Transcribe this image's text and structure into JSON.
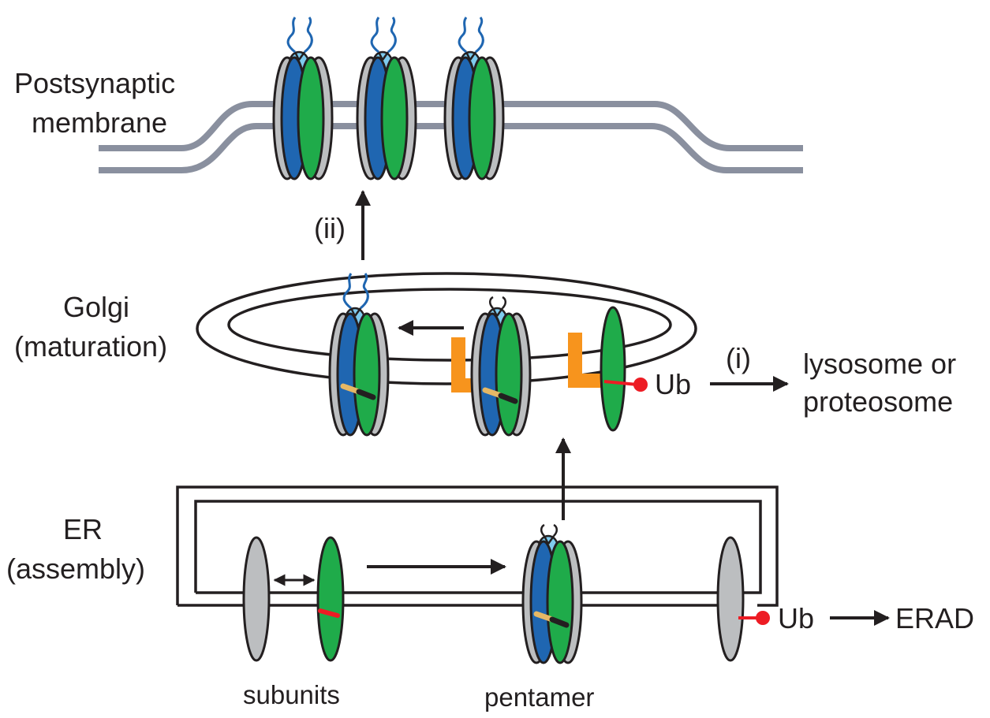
{
  "labels": {
    "postsynaptic_line1": "Postsynaptic",
    "postsynaptic_line2": "membrane",
    "golgi_line1": "Golgi",
    "golgi_line2": "(maturation)",
    "er_line1": "ER",
    "er_line2": "(assembly)",
    "step_ii": "(ii)",
    "step_i": "(i)",
    "ub_golgi": "Ub",
    "ub_er": "Ub",
    "lysosome_line1": "lysosome or",
    "lysosome_line2": "proteosome",
    "erad": "ERAD",
    "subunits": "subunits",
    "pentamer": "pentamer"
  },
  "colors": {
    "membrane": "#8a909f",
    "subunit_gray": "#bcbec0",
    "subunit_blue": "#1f66b1",
    "subunit_green": "#1fab4a",
    "subunit_lightblue": "#7fcbee",
    "glycan": "#1f66b1",
    "chaperone": "#f7941d",
    "ubiquitin": "#ed1c24",
    "tag_tan": "#e6b865",
    "outline": "#231f20"
  }
}
